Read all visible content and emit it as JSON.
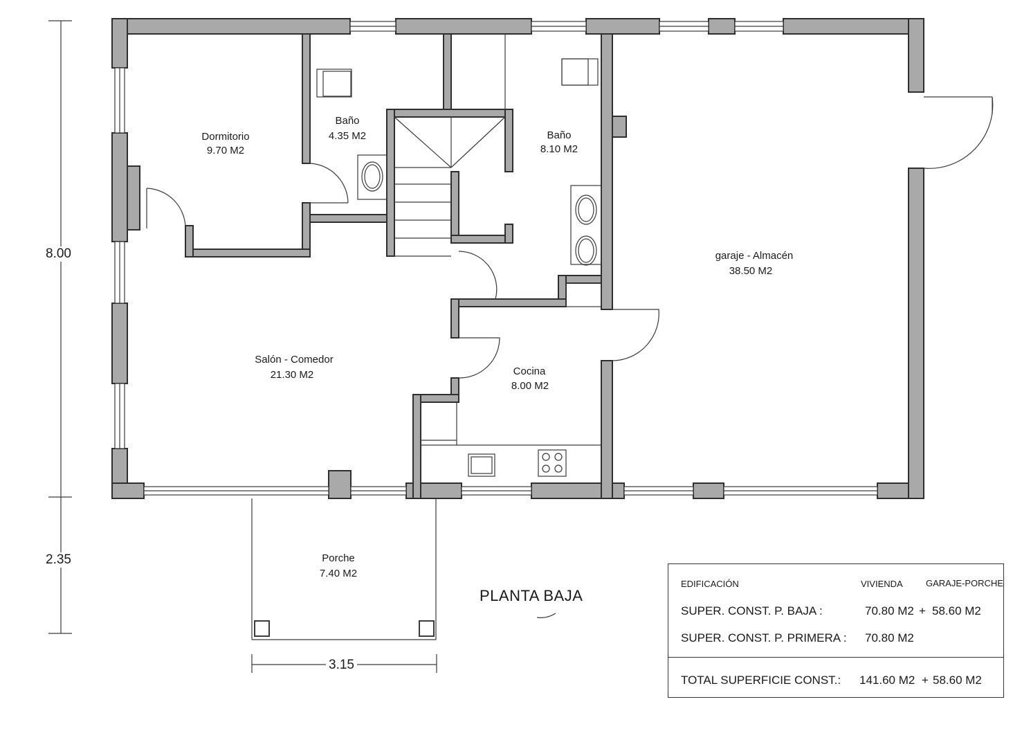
{
  "plan_title": "PLANTA BAJA",
  "rooms": [
    {
      "name": "Dormitorio",
      "area": "9.70 M2"
    },
    {
      "name": "Baño",
      "area": "4.35 M2"
    },
    {
      "name": "Baño",
      "area": "8.10 M2"
    },
    {
      "name": "garaje - Almacén",
      "area": "38.50 M2"
    },
    {
      "name": "Salón - Comedor",
      "area": "21.30 M2"
    },
    {
      "name": "Cocina",
      "area": "8.00 M2"
    },
    {
      "name": "Porche",
      "area": "7.40 M2"
    }
  ],
  "dimensions": {
    "height_main": "8.00",
    "height_porch": "2.35",
    "width_porch": "3.15"
  },
  "area_table": {
    "header": {
      "label": "EDIFICACIÓN",
      "col1": "VIVIENDA",
      "col2": "GARAJE-PORCHE"
    },
    "rows": [
      {
        "label": "SUPER. CONST. P. BAJA :",
        "vivienda": "70.80 M2",
        "plus": "+",
        "garaje": "58.60 M2"
      },
      {
        "label": "SUPER. CONST. P. PRIMERA :",
        "vivienda": "70.80 M2"
      }
    ],
    "total": {
      "label": "TOTAL SUPERFICIE CONST.:",
      "vivienda": "141.60 M2",
      "plus": "+",
      "garaje": "58.60 M2"
    }
  }
}
